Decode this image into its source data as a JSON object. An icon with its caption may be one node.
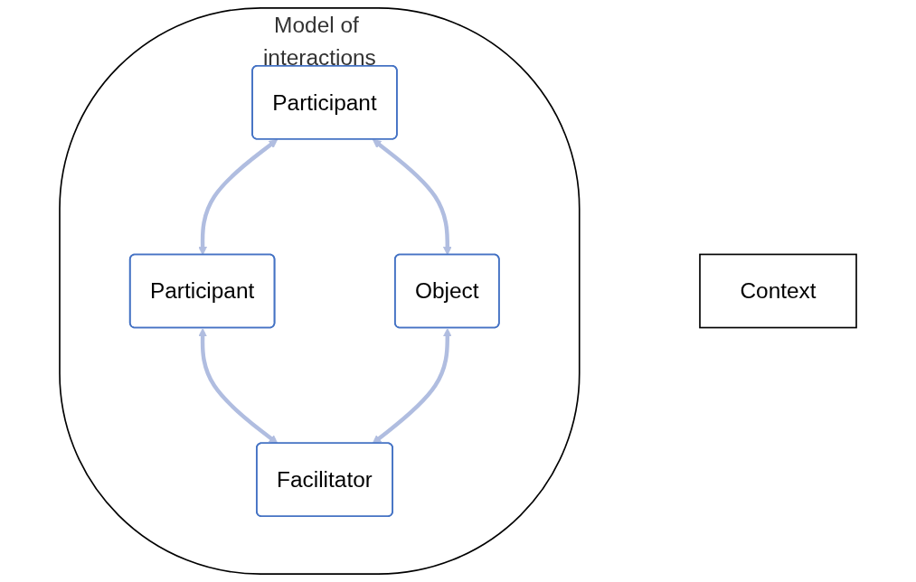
{
  "diagram": {
    "nodes": [
      {
        "text": [
          "Model of interactions"
        ]
      },
      {
        "text": [
          "Participant"
        ],
        "in": 0
      },
      {
        "text": [
          "Participant"
        ],
        "in": 0
      },
      {
        "text": [
          "Object"
        ],
        "in": 0
      },
      {
        "text": [
          "Facilitator"
        ],
        "in": 0
      },
      {
        "text": [
          "Context"
        ]
      }
    ],
    "edges": [
      {
        "from": 1,
        "to": 2,
        "arrow": "both"
      },
      {
        "from": 1,
        "to": 3,
        "arrow": "both"
      },
      {
        "from": 2,
        "to": 4,
        "arrow": "both"
      },
      {
        "from": 3,
        "to": 4,
        "arrow": "both"
      }
    ]
  }
}
